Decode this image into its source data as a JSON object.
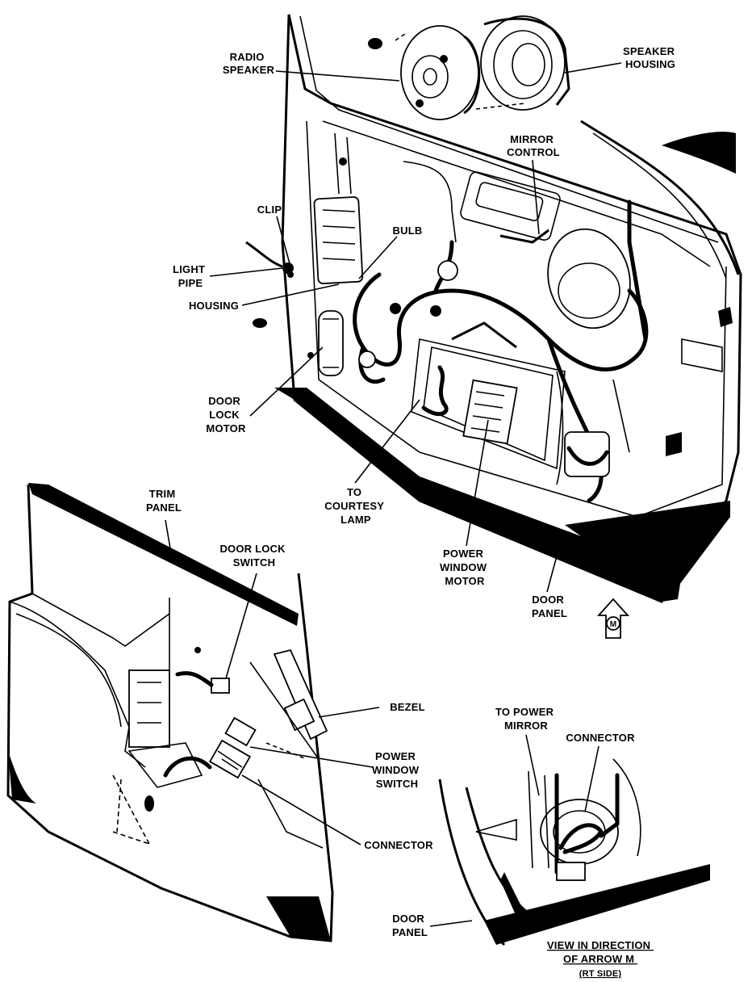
{
  "labels": {
    "radio_speaker": [
      "RADIO",
      "SPEAKER"
    ],
    "speaker_housing": [
      "SPEAKER",
      "HOUSING"
    ],
    "mirror_control": [
      "MIRROR",
      "CONTROL"
    ],
    "clip": [
      "CLIP"
    ],
    "bulb": [
      "BULB"
    ],
    "light_pipe": [
      "LIGHT",
      "PIPE"
    ],
    "housing": [
      "HOUSING"
    ],
    "door_lock_motor": [
      "DOOR",
      "LOCK",
      "MOTOR"
    ],
    "to_courtesy_lamp": [
      "TO",
      "COURTESY",
      "LAMP"
    ],
    "power_window_motor": [
      "POWER",
      "WINDOW",
      "MOTOR"
    ],
    "door_panel_top": [
      "DOOR",
      "PANEL"
    ],
    "trim_panel": [
      "TRIM",
      "PANEL"
    ],
    "door_lock_switch": [
      "DOOR LOCK",
      "SWITCH"
    ],
    "bezel": [
      "BEZEL"
    ],
    "power_window_switch": [
      "POWER",
      "WINDOW",
      "SWITCH"
    ],
    "connector_bottom": [
      "CONNECTOR"
    ],
    "to_power_mirror": [
      "TO POWER",
      "MIRROR"
    ],
    "connector_detail": [
      "CONNECTOR"
    ],
    "door_panel_detail": [
      "DOOR",
      "PANEL"
    ],
    "view_caption": [
      "VIEW IN DIRECTION",
      "OF ARROW M",
      "(RT SIDE)"
    ]
  },
  "arrow_m_letter": "M"
}
